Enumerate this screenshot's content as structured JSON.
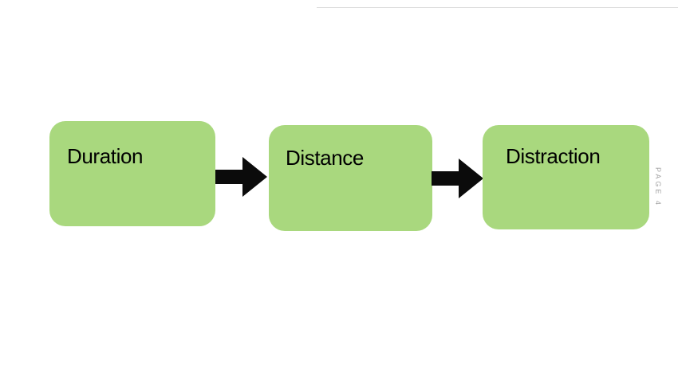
{
  "page": {
    "background_color": "#ffffff",
    "number_label": "PAGE 4",
    "number_label_color": "#a3a3a3",
    "hairline_color": "#dcdcdc"
  },
  "diagram": {
    "type": "flow",
    "direction": "left-to-right",
    "box_fill_color": "#a9d87e",
    "arrow_color": "#0b0b0b",
    "text_color": "#000000",
    "nodes": [
      {
        "label": "Duration"
      },
      {
        "label": "Distance"
      },
      {
        "label": "Distraction"
      }
    ]
  }
}
